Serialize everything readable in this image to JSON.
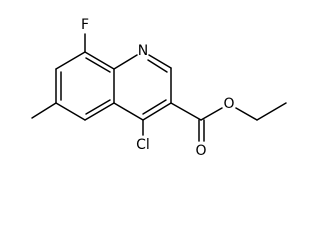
{
  "molecule": {
    "atoms": {
      "fluorine": "F",
      "nitrogen": "N",
      "chlorine": "Cl",
      "carbonyl_oxygen": "O",
      "ester_oxygen": "O"
    }
  },
  "colors": {
    "bond": "#000000",
    "label": "#000000",
    "background": "#ffffff"
  }
}
